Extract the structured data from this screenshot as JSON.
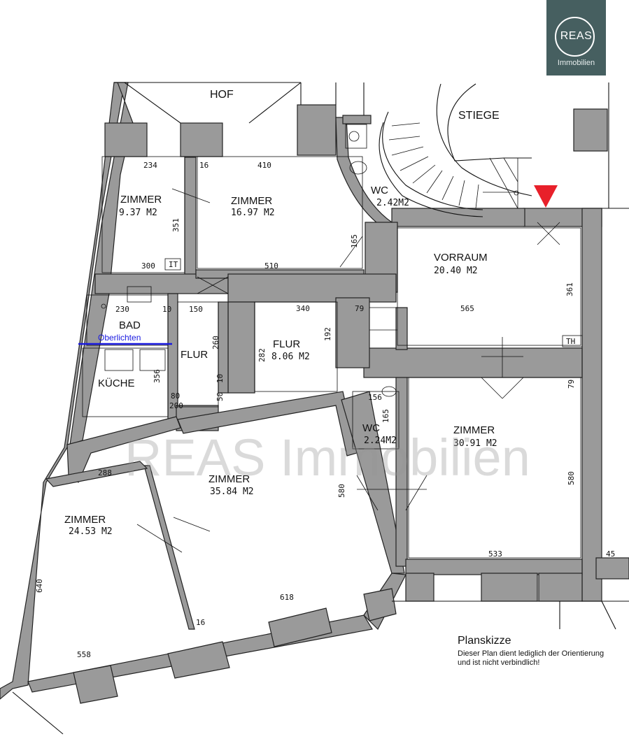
{
  "logo": {
    "brand": "REAS",
    "sub": "Immobilien"
  },
  "watermark": "REAS Immobilien",
  "exterior": {
    "courtyard": "HOF",
    "stairs": "STIEGE"
  },
  "rooms": [
    {
      "name": "ZIMMER",
      "area": "9.37 M2"
    },
    {
      "name": "ZIMMER",
      "area": "16.97 M2"
    },
    {
      "name": "WC",
      "area": "2.42M2"
    },
    {
      "name": "VORRAUM",
      "area": "20.40 M2"
    },
    {
      "name": "BAD",
      "area": ""
    },
    {
      "name": "FLUR",
      "area": ""
    },
    {
      "name": "FLUR",
      "area": "8.06 M2"
    },
    {
      "name": "KÜCHE",
      "area": ""
    },
    {
      "name": "WC",
      "area": "2.24M2"
    },
    {
      "name": "ZIMMER",
      "area": "30.91 M2"
    },
    {
      "name": "ZIMMER",
      "area": "35.84 M2"
    },
    {
      "name": "ZIMMER",
      "area": "24.53 M2"
    }
  ],
  "bad_note": "Oberlichten",
  "markers": {
    "it": "IT",
    "th": "TH"
  },
  "dimensions": [
    "234",
    "16",
    "410",
    "351",
    "300",
    "510",
    "165",
    "230",
    "10",
    "150",
    "340",
    "79",
    "565",
    "361",
    "192",
    "260",
    "282",
    "356",
    "10",
    "50",
    "80",
    "200",
    "156",
    "165",
    "79",
    "580",
    "533",
    "45",
    "288",
    "580",
    "640",
    "618",
    "16",
    "558"
  ],
  "note": {
    "title": "Planskizze",
    "line1": "Dieser Plan dient lediglich der Orientierung",
    "line2": "und ist nicht verbindlich!"
  },
  "colors": {
    "wall": "#9a9a9a",
    "logo_bg": "#465f60",
    "entrance_marker": "#e8202a",
    "window_note": "#1a1ae0"
  }
}
